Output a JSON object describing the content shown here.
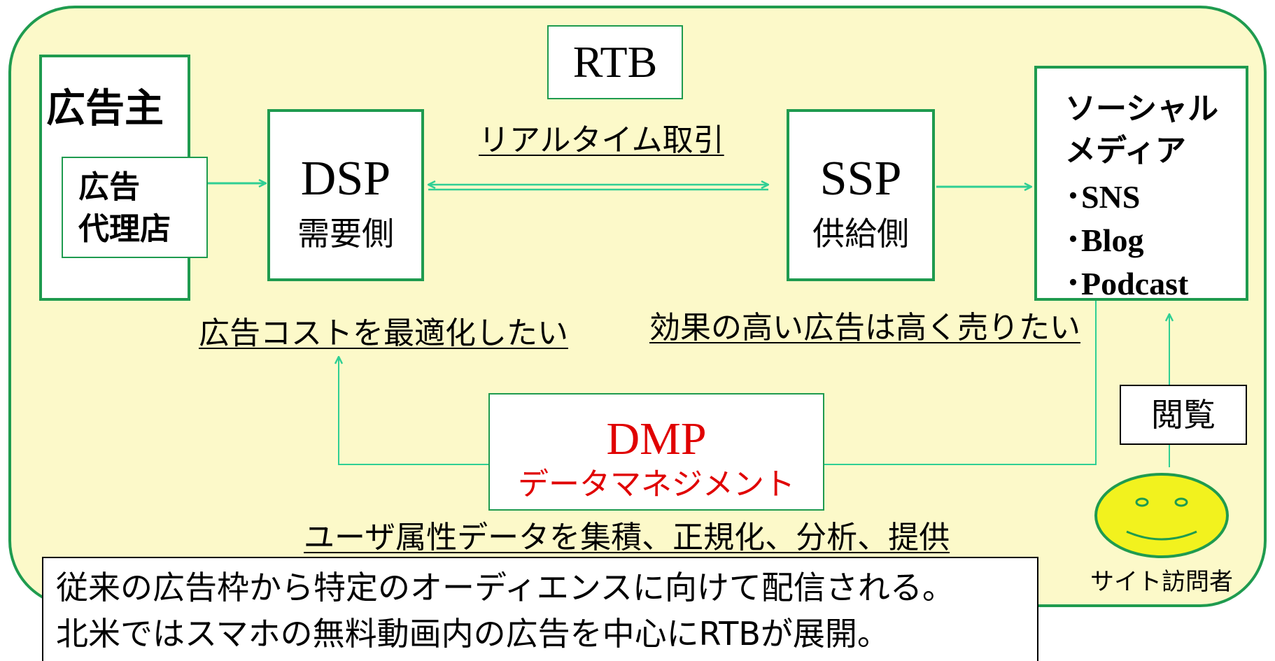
{
  "advertiser": {
    "title": "広告主",
    "agency_line1": "広告",
    "agency_line2": "代理店"
  },
  "dsp": {
    "name": "DSP",
    "sub": "需要側"
  },
  "ssp": {
    "name": "SSP",
    "sub": "供給側"
  },
  "rtb": {
    "label": "RTB",
    "caption": "リアルタイム取引"
  },
  "social": {
    "line1": "ソーシャル",
    "line2": "メディア",
    "items": [
      "･SNS",
      "･Blog",
      "･Podcast"
    ]
  },
  "goals": {
    "dsp": "広告コストを最適化したい",
    "ssp": "効果の高い広告は高く売りたい"
  },
  "dmp": {
    "name": "DMP",
    "sub": "データマネジメント",
    "caption": "ユーザ属性データを集積、正規化、分析、提供",
    "color": "#e00000"
  },
  "visitor": {
    "action": "閲覧",
    "label": "サイト訪問者",
    "face_color": "#f2f21e"
  },
  "note": {
    "line1": "従来の広告枠から特定のオーディエンスに向けて配信される。",
    "line2": "北米ではスマホの無料動画内の広告を中心にRTBが展開。"
  },
  "colors": {
    "border": "#1f9b4f",
    "arrow": "#2fcf94",
    "panel": "#fcf9c9"
  }
}
